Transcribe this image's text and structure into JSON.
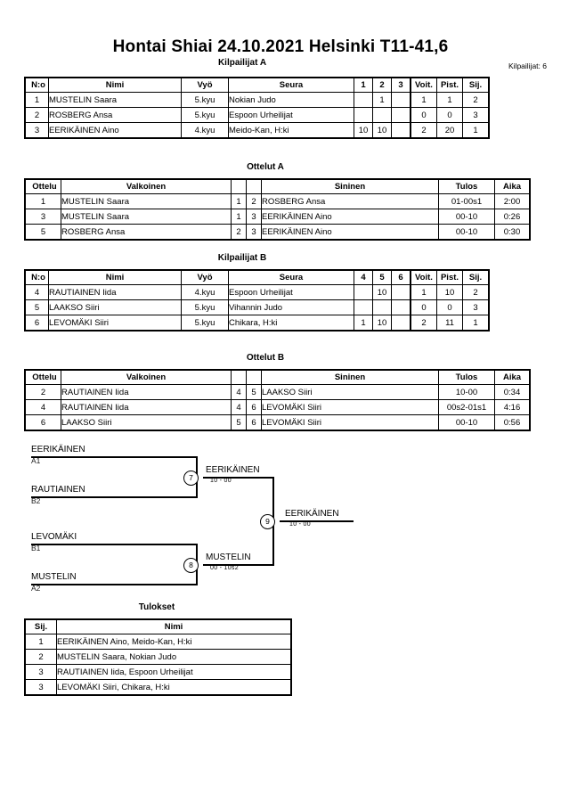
{
  "header": {
    "title": "Hontai Shiai  24.10.2021  Helsinki   T11-41,6",
    "entrants_note": "Kilpailijat: 6"
  },
  "pool_a": {
    "caption": "Kilpailijat A",
    "columns": [
      "N:o",
      "Nimi",
      "Vyö",
      "Seura",
      "1",
      "2",
      "3",
      "Voit.",
      "Pist.",
      "Sij."
    ],
    "rows": [
      {
        "no": "1",
        "name": "MUSTELIN Saara",
        "belt": "5.kyu",
        "club": "Nokian Judo",
        "s1": "",
        "s2": "1",
        "s3": "",
        "wins": "1",
        "points": "1",
        "rank": "2"
      },
      {
        "no": "2",
        "name": "ROSBERG Ansa",
        "belt": "5.kyu",
        "club": "Espoon Urheilijat",
        "s1": "",
        "s2": "",
        "s3": "",
        "wins": "0",
        "points": "0",
        "rank": "3"
      },
      {
        "no": "3",
        "name": "EERIKÄINEN Aino",
        "belt": "4.kyu",
        "club": "Meido-Kan, H:ki",
        "s1": "10",
        "s2": "10",
        "s3": "",
        "wins": "2",
        "points": "20",
        "rank": "1"
      }
    ]
  },
  "matches_a": {
    "caption": "Ottelut A",
    "columns": [
      "Ottelu",
      "Valkoinen",
      "Sininen",
      "Tulos",
      "Aika"
    ],
    "rows": [
      {
        "no": "1",
        "white": "MUSTELIN Saara",
        "wn": "1",
        "bn": "2",
        "blue": "ROSBERG Ansa",
        "result": "01-00s1",
        "time": "2:00"
      },
      {
        "no": "3",
        "white": "MUSTELIN Saara",
        "wn": "1",
        "bn": "3",
        "blue": "EERIKÄINEN Aino",
        "result": "00-10",
        "time": "0:26"
      },
      {
        "no": "5",
        "white": "ROSBERG Ansa",
        "wn": "2",
        "bn": "3",
        "blue": "EERIKÄINEN Aino",
        "result": "00-10",
        "time": "0:30"
      }
    ]
  },
  "pool_b": {
    "caption": "Kilpailijat B",
    "columns": [
      "N:o",
      "Nimi",
      "Vyö",
      "Seura",
      "4",
      "5",
      "6",
      "Voit.",
      "Pist.",
      "Sij."
    ],
    "rows": [
      {
        "no": "4",
        "name": "RAUTIAINEN Iida",
        "belt": "4.kyu",
        "club": "Espoon Urheilijat",
        "s1": "",
        "s2": "10",
        "s3": "",
        "wins": "1",
        "points": "10",
        "rank": "2"
      },
      {
        "no": "5",
        "name": "LAAKSO Siiri",
        "belt": "5.kyu",
        "club": "Vihannin Judo",
        "s1": "",
        "s2": "",
        "s3": "",
        "wins": "0",
        "points": "0",
        "rank": "3"
      },
      {
        "no": "6",
        "name": "LEVOMÄKI Siiri",
        "belt": "5.kyu",
        "club": "Chikara, H:ki",
        "s1": "1",
        "s2": "10",
        "s3": "",
        "wins": "2",
        "points": "11",
        "rank": "1"
      }
    ]
  },
  "matches_b": {
    "caption": "Ottelut B",
    "columns": [
      "Ottelu",
      "Valkoinen",
      "Sininen",
      "Tulos",
      "Aika"
    ],
    "rows": [
      {
        "no": "2",
        "white": "RAUTIAINEN Iida",
        "wn": "4",
        "bn": "5",
        "blue": "LAAKSO Siiri",
        "result": "10-00",
        "time": "0:34"
      },
      {
        "no": "4",
        "white": "RAUTIAINEN Iida",
        "wn": "4",
        "bn": "6",
        "blue": "LEVOMÄKI Siiri",
        "result": "00s2-01s1",
        "time": "4:16"
      },
      {
        "no": "6",
        "white": "LAAKSO Siiri",
        "wn": "5",
        "bn": "6",
        "blue": "LEVOMÄKI Siiri",
        "result": "00-10",
        "time": "0:56"
      }
    ]
  },
  "bracket": {
    "entries": [
      {
        "name": "EERIKÄINEN",
        "seed": "A1"
      },
      {
        "name": "RAUTIAINEN",
        "seed": "B2"
      },
      {
        "name": "LEVOMÄKI",
        "seed": "B1"
      },
      {
        "name": "MUSTELIN",
        "seed": "A2"
      }
    ],
    "semifinals": [
      {
        "node": "7",
        "winner": "EERIKÄINEN",
        "score": "10 - 00"
      },
      {
        "node": "8",
        "winner": "MUSTELIN",
        "score": "00 - 10s2"
      }
    ],
    "final": {
      "node": "9",
      "winner": "EERIKÄINEN",
      "score": "10 - 00"
    }
  },
  "results": {
    "caption": "Tulokset",
    "columns": [
      "Sij.",
      "Nimi"
    ],
    "rows": [
      {
        "rank": "1",
        "name": "EERIKÄINEN Aino, Meido-Kan, H:ki"
      },
      {
        "rank": "2",
        "name": "MUSTELIN Saara, Nokian Judo"
      },
      {
        "rank": "3",
        "name": "RAUTIAINEN Iida, Espoon Urheilijat"
      },
      {
        "rank": "3",
        "name": "LEVOMÄKI Siiri, Chikara, H:ki"
      }
    ]
  }
}
